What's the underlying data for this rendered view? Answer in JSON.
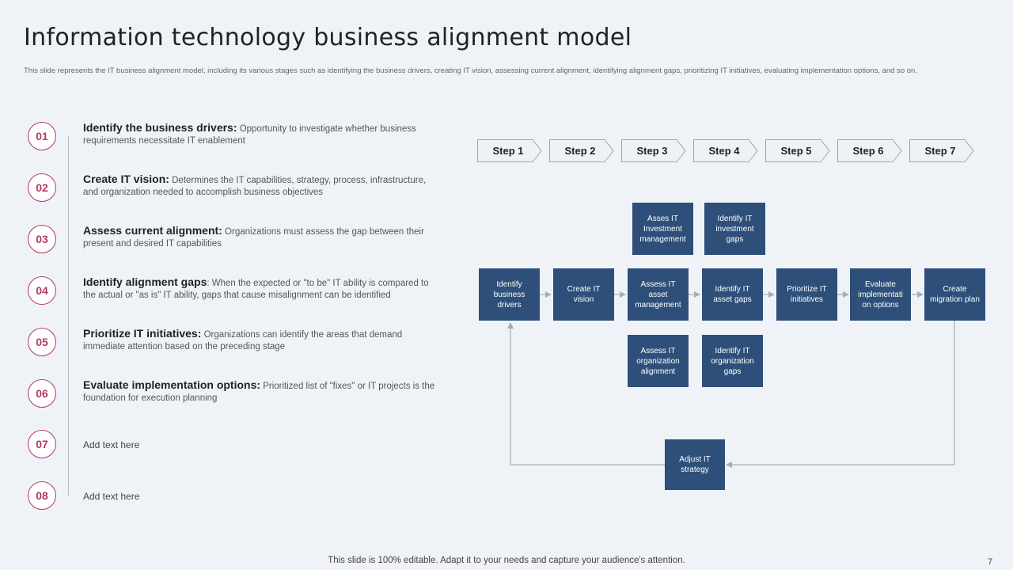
{
  "slide": {
    "title": "Information technology business alignment model",
    "subtitle": "This slide represents the IT business alignment model, including its various stages such as identifying the business drivers, creating IT vision, assessing current alignment, identifying alignment gaps, prioritizing IT initiatives, evaluating implementation options, and so on.",
    "footer": "This slide is 100% editable. Adapt it to your needs and capture your audience's attention.",
    "page_number": "7"
  },
  "stages": [
    {
      "num": "01",
      "title": "Identify the business drivers:",
      "desc": " Opportunity to investigate whether business requirements necessitate IT enablement"
    },
    {
      "num": "02",
      "title": "Create IT vision:",
      "desc": " Determines the IT capabilities, strategy, process, infrastructure, and organization needed to accomplish business objectives"
    },
    {
      "num": "03",
      "title": "Assess current alignment:",
      "desc": " Organizations must assess the gap between their present and desired IT capabilities"
    },
    {
      "num": "04",
      "title": "Identify alignment gaps",
      "desc": ": When the expected or \"to be\" IT ability is compared to the actual or \"as is\" IT ability, gaps that cause misalignment can be identified"
    },
    {
      "num": "05",
      "title": "Prioritize IT initiatives:",
      "desc": " Organizations can identify the areas that demand immediate attention based on the preceding stage"
    },
    {
      "num": "06",
      "title": "Evaluate implementation options:",
      "desc": " Prioritized list of \"fixes\" or IT projects is the foundation for execution planning"
    },
    {
      "num": "07",
      "text": "Add text here"
    },
    {
      "num": "08",
      "text": "Add text here"
    }
  ],
  "steps": [
    "Step 1",
    "Step 2",
    "Step 3",
    "Step 4",
    "Step 5",
    "Step 6",
    "Step 7"
  ],
  "flow": {
    "main": [
      "Identify business drivers",
      "Create IT vision",
      "Assess IT asset management",
      "Identify IT asset gaps",
      "Prioritize IT initiatives",
      "Evaluate implementati on options",
      "Create migration plan"
    ],
    "top": [
      "Asses IT Investment management",
      "Identify IT investment gaps"
    ],
    "bottom": [
      "Assess IT organization alignment",
      "Identify IT organization gaps"
    ],
    "feedback": "Adjust IT strategy"
  },
  "colors": {
    "accent": "#b03a67",
    "box": "#2e4f79",
    "background": "#eff3f8"
  }
}
